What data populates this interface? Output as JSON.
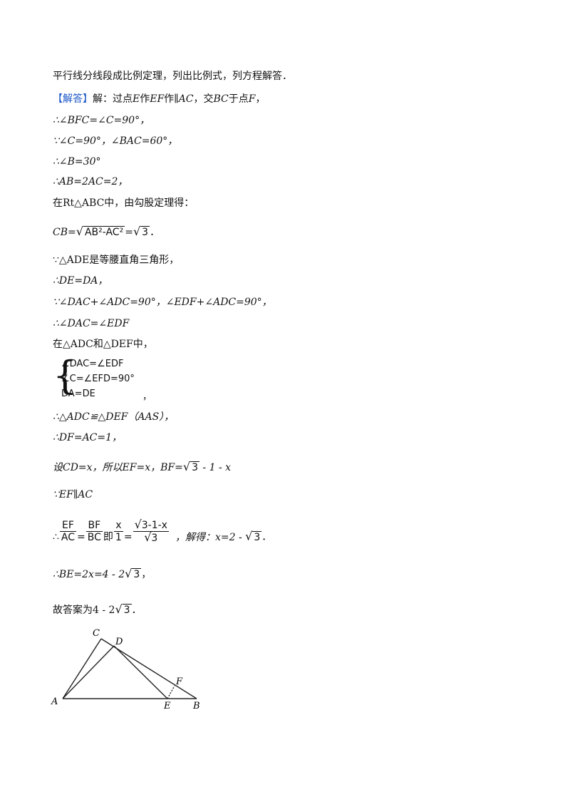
{
  "lines": {
    "l1": "平行线分线段成比例定理，列出比例式，列方程解答．",
    "l2_tag": "【解答】",
    "l2_a": "解：过点",
    "l2_E": "E",
    "l2_b": "作",
    "l2_EF": "EF",
    "l2_c": "作∥",
    "l2_AC": "AC",
    "l2_d": "，交",
    "l2_BC": "BC",
    "l2_e": "于点",
    "l2_F": "F",
    "l2_f": "，",
    "l3": "∴∠BFC=∠C=90°，",
    "l4": "∵∠C=90°，∠BAC=60°，",
    "l5": "∴∠B=30°",
    "l6": "∴AB=2AC=2，",
    "l7": "在Rt△ABC中，由勾股定理得：",
    "l8_a": "CB=",
    "l8_rad": "AB²-AC²",
    "l8_b": "=",
    "l8_c": "3",
    "l8_d": "．",
    "l9": "∵△ADE是等腰直角三角形，",
    "l10": "∴DE=DA，",
    "l11": "∵∠DAC+∠ADC=90°，∠EDF+∠ADC=90°，",
    "l12": "∴∠DAC=∠EDF",
    "l13": "在△ADC和△DEF中，",
    "sys1": "∠DAC=∠EDF",
    "sys2": "∠C=∠EFD=90°",
    "sys3": "DA=DE",
    "sys_comma": "，",
    "l14": "∴△ADC≌△DEF（AAS），",
    "l15": "∴DF=AC=1，",
    "l16_a": "设CD=x，所以EF=x，BF=",
    "l16_b": "3",
    "l16_c": " - 1 - x",
    "l17": "∵EF∥AC",
    "l18_pre": "∴",
    "l18_n1": "EF",
    "l18_d1": "AC",
    "l18_eq": "=",
    "l18_n2": "BF",
    "l18_d2": "BC",
    "l18_ji": "即",
    "l18_n3": "x",
    "l18_d3": "1",
    "l18_eq2": "=",
    "l18_n4": "3-1-x",
    "l18_d4": "3",
    "l18_sol": "，解得：x=2 - ",
    "l18_sol2": "3",
    "l18_end": "．",
    "l19_a": "∴BE=2x=4 - 2",
    "l19_b": "3",
    "l19_c": "，",
    "l20_a": "故答案为4 - 2",
    "l20_b": "3",
    "l20_c": "．"
  },
  "figure": {
    "labels": {
      "A": "A",
      "B": "B",
      "C": "C",
      "D": "D",
      "E": "E",
      "F": "F"
    }
  }
}
